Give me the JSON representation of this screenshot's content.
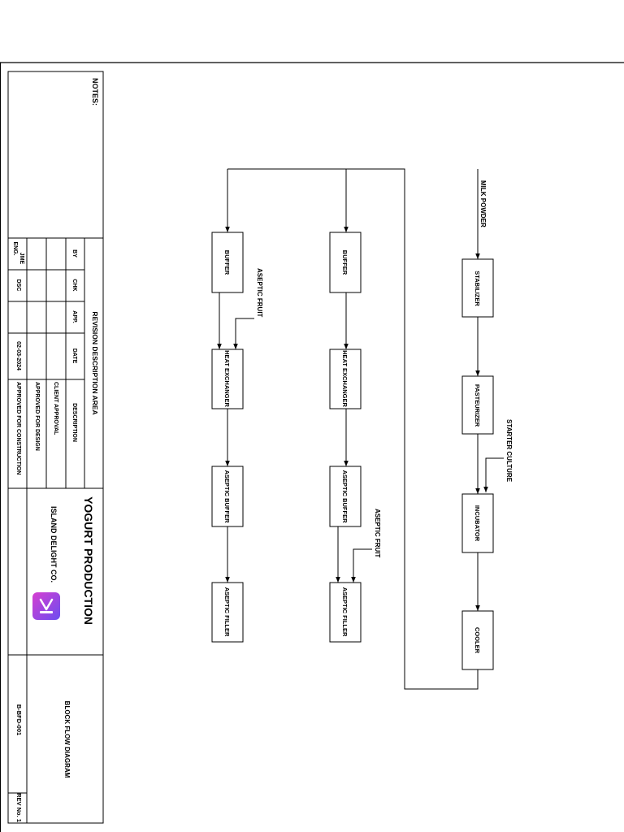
{
  "title_block": {
    "notes_label": "NOTES:",
    "revision_area_label": "REVISION DESCRIPTION AREA",
    "headers": {
      "by": "BY",
      "chk": "CHK",
      "app": "APP.",
      "date": "DATE",
      "description": "DESCRIPTION"
    },
    "revisions": [
      "CLIENT APPROVAL",
      "APPROVED FOR DESIGN",
      "APPROVED FOR CONSTRUCTION"
    ],
    "revision_date": "02-03-2024",
    "signatures": {
      "eng": "ENG.",
      "jme": "JME",
      "dsc": "DSC"
    },
    "project_title": "YOGURT PRODUCTION",
    "company_name": "ISLAND DELIGHT CO.",
    "drawing_title": "BLOCK FLOW DIAGRAM",
    "drawing_number": "B-BFD-001",
    "revision_number": "REV No. 1"
  },
  "diagram": {
    "inputs": {
      "milk_powder": "MILK POWDER",
      "starter_culture": "STARTER CULTURE",
      "aseptic_fruit": "ASEPTIC FRUIT"
    },
    "main_line": [
      "STABILIZER",
      "PASTEURIZER",
      "INCUBATOR",
      "COOLER"
    ],
    "line_a": [
      "BUFFER",
      "HEAT EXCHANGER",
      "ASEPTIC BUFFER",
      "ASEPTIC FILLER"
    ],
    "line_b": [
      "BUFFER",
      "HEAT EXCHANGER",
      "ASEPTIC BUFFER",
      "ASEPTIC FILLER"
    ]
  },
  "colors": {
    "line": "#000000",
    "logo_gradient_start": "#d63fd0",
    "logo_gradient_end": "#6b4df0"
  },
  "logo": {
    "icon": "company-logo-icon"
  }
}
